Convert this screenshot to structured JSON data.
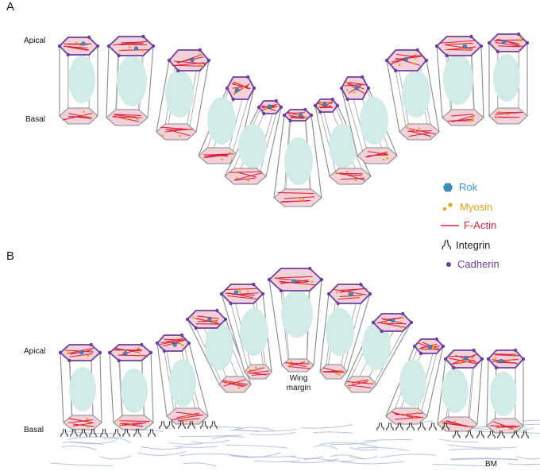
{
  "panels": {
    "a": "A",
    "b": "B"
  },
  "labels": {
    "apical_a": "Apical",
    "basal_a": "Basal",
    "apical_b": "Apical",
    "basal_b": "Basal",
    "wing_margin_1": "Wing",
    "wing_margin_2": "margin",
    "bm": "BM"
  },
  "legend": {
    "rok": "Rok",
    "myosin": "Myosin",
    "factin": "F-Actin",
    "integrin": "Integrin",
    "cadherin": "Cadherin"
  },
  "colors": {
    "rok": "#3d8ec6",
    "myosin": "#e4a21d",
    "factin": "#d8233e",
    "integrin": "#222222",
    "cadherin": "#6b3fa0",
    "nucleus": "#d2ebe6",
    "cap": "#f2d2d8",
    "outline": "#8a8a8a",
    "bm": "#a9b8d8"
  }
}
